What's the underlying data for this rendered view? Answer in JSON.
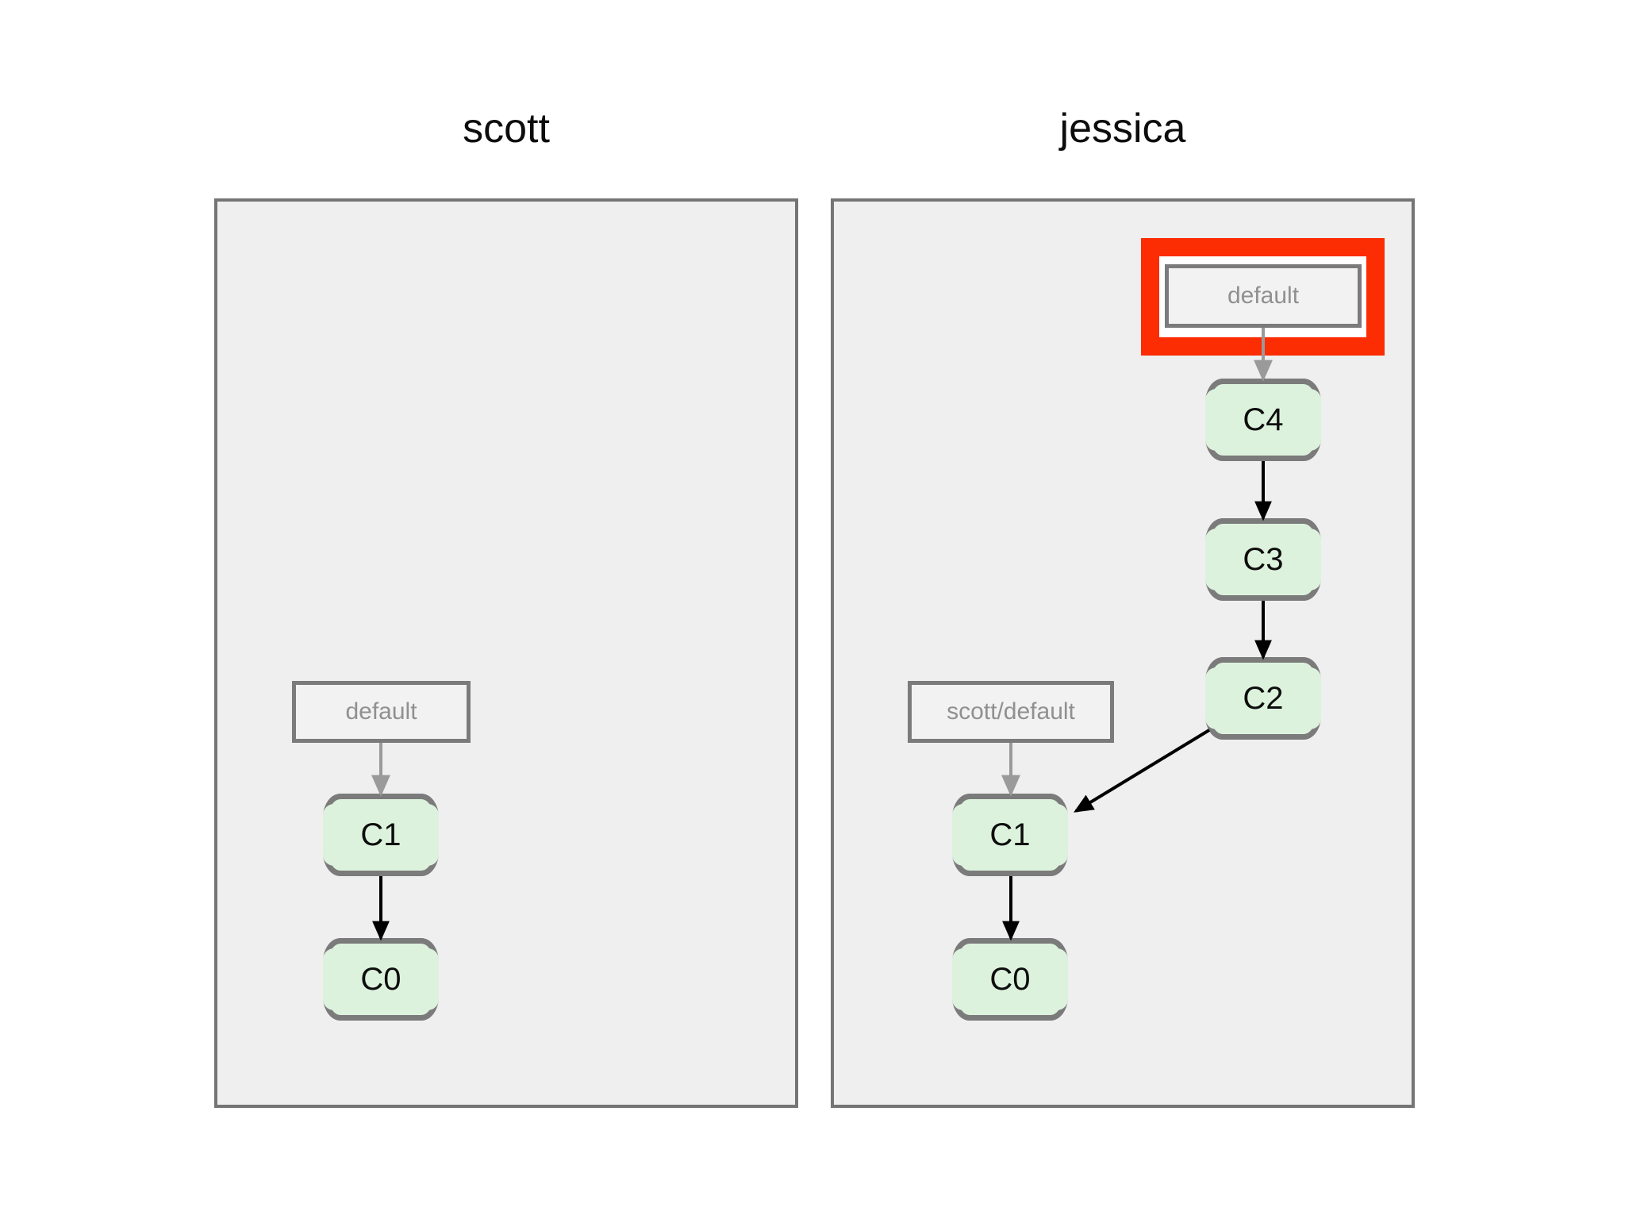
{
  "diagram": {
    "type": "git-branch-diagram",
    "background_color": "#ffffff",
    "panel_fill": "#efeff0",
    "panel_border_color": "#757575",
    "commit_fill": "#ddf2dd",
    "commit_border_color": "#7b7b7b",
    "label_fill": "#f2f2f3",
    "label_border_color": "#7b7b7b",
    "label_text_color": "#909090",
    "highlight_color": "#fc2c03",
    "commit_edge_color": "#000000",
    "ref_edge_color": "#9a9a9a"
  },
  "panels": [
    {
      "id": "scott",
      "title": "scott",
      "commits": [
        {
          "id": "scott-c1",
          "label": "C1"
        },
        {
          "id": "scott-c0",
          "label": "C0"
        }
      ],
      "refs": [
        {
          "id": "scott-default",
          "label": "default",
          "highlighted": false,
          "points_to": "C1"
        }
      ],
      "edges": [
        {
          "from": "C1",
          "to": "C0",
          "kind": "commit"
        },
        {
          "from": "default",
          "to": "C1",
          "kind": "ref"
        }
      ]
    },
    {
      "id": "jessica",
      "title": "jessica",
      "commits": [
        {
          "id": "jessica-c4",
          "label": "C4"
        },
        {
          "id": "jessica-c3",
          "label": "C3"
        },
        {
          "id": "jessica-c2",
          "label": "C2"
        },
        {
          "id": "jessica-c1",
          "label": "C1"
        },
        {
          "id": "jessica-c0",
          "label": "C0"
        }
      ],
      "refs": [
        {
          "id": "jessica-default",
          "label": "default",
          "highlighted": true,
          "points_to": "C4"
        },
        {
          "id": "jessica-scott-default",
          "label": "scott/default",
          "highlighted": false,
          "points_to": "C1"
        }
      ],
      "edges": [
        {
          "from": "C4",
          "to": "C3",
          "kind": "commit"
        },
        {
          "from": "C3",
          "to": "C2",
          "kind": "commit"
        },
        {
          "from": "C2",
          "to": "C1",
          "kind": "commit"
        },
        {
          "from": "C1",
          "to": "C0",
          "kind": "commit"
        },
        {
          "from": "default",
          "to": "C4",
          "kind": "ref"
        },
        {
          "from": "scott/default",
          "to": "C1",
          "kind": "ref"
        }
      ]
    }
  ]
}
